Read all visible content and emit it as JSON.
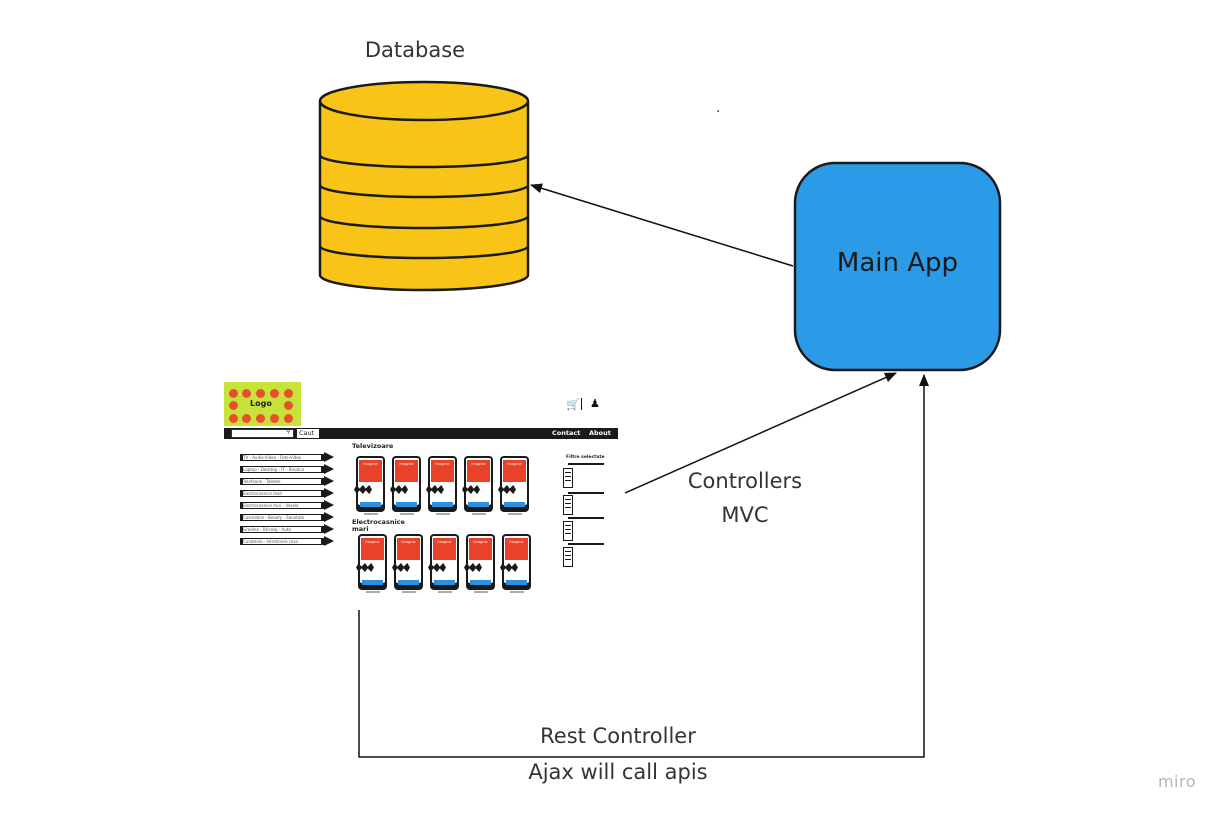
{
  "nodes": {
    "database": {
      "label": "Database",
      "fill": "#f5c518",
      "stroke": "#1a1a1a"
    },
    "main_app": {
      "label": "Main App",
      "fill": "#2b9be8",
      "stroke": "#1a1a1a"
    }
  },
  "edges": {
    "controllers": {
      "line1": "Controllers",
      "line2": "MVC"
    },
    "rest": {
      "line1": "Rest Controller",
      "line2": "Ajax will call apis"
    }
  },
  "stray_mark": ".",
  "watermark": "miro",
  "mockup": {
    "logo": "Logo",
    "search_button": "Caut",
    "nav": {
      "contact": "Contact",
      "about": "About"
    },
    "sections": [
      "Televizoare",
      "Electrocasnice mari"
    ],
    "categories": [
      "TV - Audio-Video - Foto-Video",
      "Laptop - Desktop - IT - Birotica",
      "Telefoane - Tablete",
      "Electrocasnice mari",
      "Electrocasnice mici - Vesela",
      "Cosmetice - Beauty - Sanatate",
      "Gradina - Bricolaj - Auto",
      "Curatenie - Intretinere casa"
    ],
    "product_image_label": "Imagine",
    "filter_title": "Filtre selectate",
    "colors": {
      "logo_bg": "#c8e23c",
      "logo_dots": "#e8502a",
      "product_image": "#e8432a",
      "button": "#2b8fe0",
      "navbar": "#1a1a1a"
    }
  }
}
